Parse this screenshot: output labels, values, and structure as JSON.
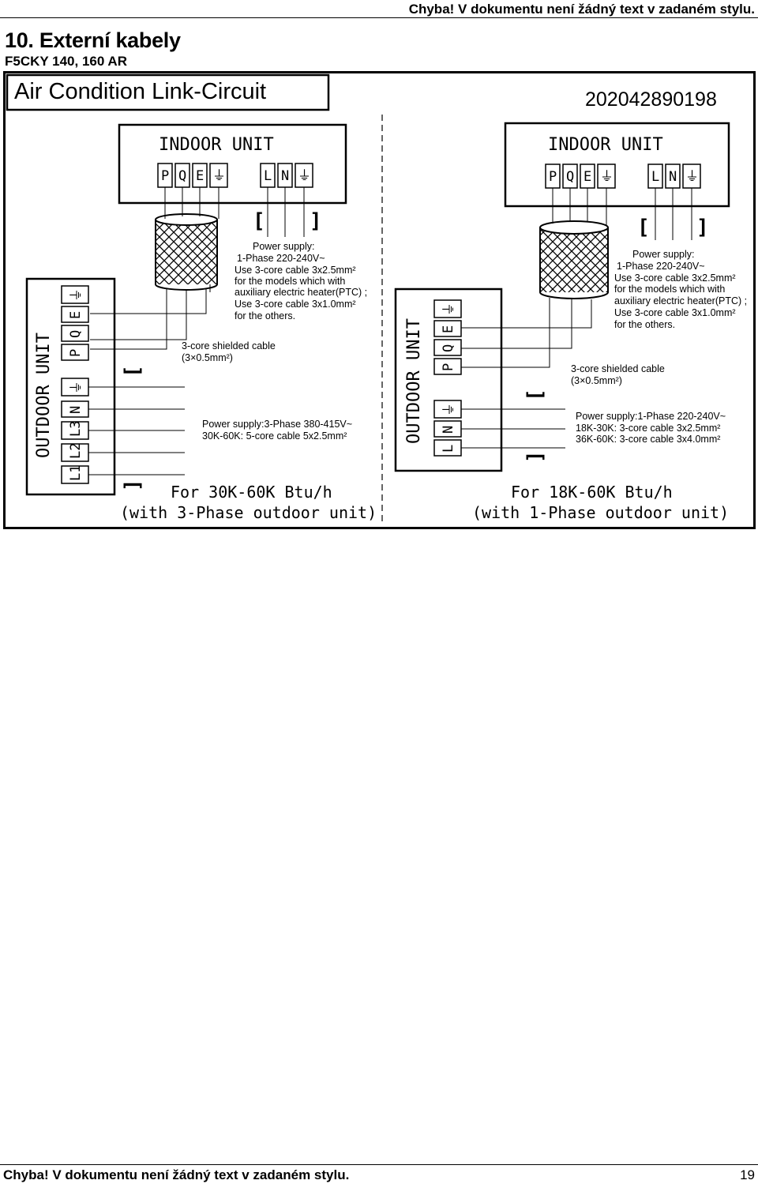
{
  "header": {
    "text": "Chyba! V dokumentu není žádný text v zadaném stylu."
  },
  "section": {
    "title": "10. Externí kabely",
    "model": "F5CKY 140, 160 AR"
  },
  "diagram": {
    "title": "Air Condition Link-Circuit",
    "code": "202042890198",
    "left": {
      "indoor_label": "INDOOR UNIT",
      "indoor_terminals": [
        "P",
        "Q",
        "E",
        "⏚",
        "L",
        "N",
        "⏚"
      ],
      "outdoor_label": "OUTDOOR UNIT",
      "outdoor_terminals": [
        "⏚",
        "E",
        "Q",
        "P",
        "⏚",
        "N",
        "L3",
        "L2",
        "L1"
      ],
      "note_power_indoor": [
        "Power supply:",
        "1-Phase 220-240V~",
        "Use 3-core cable  3x2.5mm²",
        "for the models which with",
        "auxiliary electric heater(PTC) ;",
        "Use 3-core cable  3x1.0mm²",
        "for the others."
      ],
      "note_shielded": [
        "3-core shielded cable",
        "(3×0.5mm²)"
      ],
      "note_power_outdoor": [
        "Power supply:3-Phase 380-415V~",
        "30K-60K: 5-core cable  5x2.5mm²"
      ],
      "footer": [
        "For 30K-60K Btu/h",
        "(with 3-Phase outdoor unit)"
      ]
    },
    "right": {
      "indoor_label": "INDOOR UNIT",
      "indoor_terminals": [
        "P",
        "Q",
        "E",
        "⏚",
        "L",
        "N",
        "⏚"
      ],
      "outdoor_label": "OUTDOOR UNIT",
      "outdoor_terminals": [
        "⏚",
        "E",
        "Q",
        "P",
        "⏚",
        "N",
        "L"
      ],
      "note_power_indoor": [
        "Power supply:",
        "1-Phase 220-240V~",
        "Use 3-core cable  3x2.5mm²",
        "for the models which with",
        "auxiliary electric heater(PTC) ;",
        "Use 3-core cable  3x1.0mm²",
        "for the others."
      ],
      "note_shielded": [
        "3-core shielded cable",
        "(3×0.5mm²)"
      ],
      "note_power_outdoor": [
        "Power supply:1-Phase 220-240V~",
        "18K-30K: 3-core cable  3x2.5mm²",
        "36K-60K: 3-core cable  3x4.0mm²"
      ],
      "footer": [
        "For 18K-60K Btu/h",
        "(with 1-Phase outdoor unit)"
      ]
    }
  },
  "footer": {
    "text": "Chyba! V dokumentu není žádný text v zadaném stylu.",
    "page": "19"
  }
}
